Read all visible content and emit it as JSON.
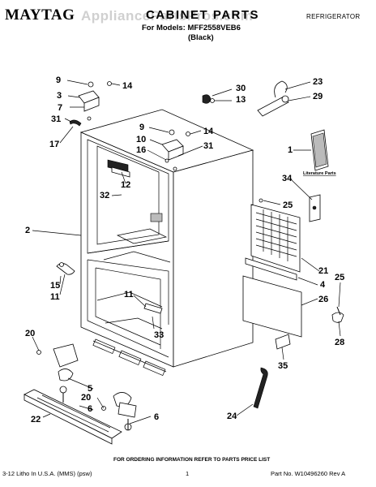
{
  "header": {
    "brand": "MAYTAG",
    "title": "CABINET PARTS",
    "models_line": "For Models: MFF2558VEB6",
    "color_line": "(Black)",
    "category": "REFRIGERATOR",
    "watermark": "AppliancePartsPros.com"
  },
  "diagram": {
    "literature_label": "Literature Parts",
    "callouts": {
      "c1": "9",
      "c2": "14",
      "c3": "3",
      "c4": "7",
      "c5": "31",
      "c6": "17",
      "c7": "30",
      "c8": "13",
      "c9": "23",
      "c10": "29",
      "c11": "9",
      "c12": "14",
      "c13": "10",
      "c14": "16",
      "c15": "31",
      "c16": "1",
      "c17": "12",
      "c18": "32",
      "c19": "34",
      "c20": "25",
      "c21": "2",
      "c22": "15",
      "c23": "11",
      "c24": "11",
      "c25": "33",
      "c26": "21",
      "c27": "4",
      "c28": "25",
      "c29": "26",
      "c30": "20",
      "c31": "28",
      "c32": "35",
      "c33": "5",
      "c34": "20",
      "c35": "6",
      "c36": "22",
      "c37": "6",
      "c38": "24"
    }
  },
  "footer": {
    "ordering_note": "FOR ORDERING INFORMATION REFER TO PARTS PRICE LIST",
    "left": "3-12 Litho In U.S.A. (MMS) (psw)",
    "page": "1",
    "right": "Part No. W10496260 Rev A"
  }
}
